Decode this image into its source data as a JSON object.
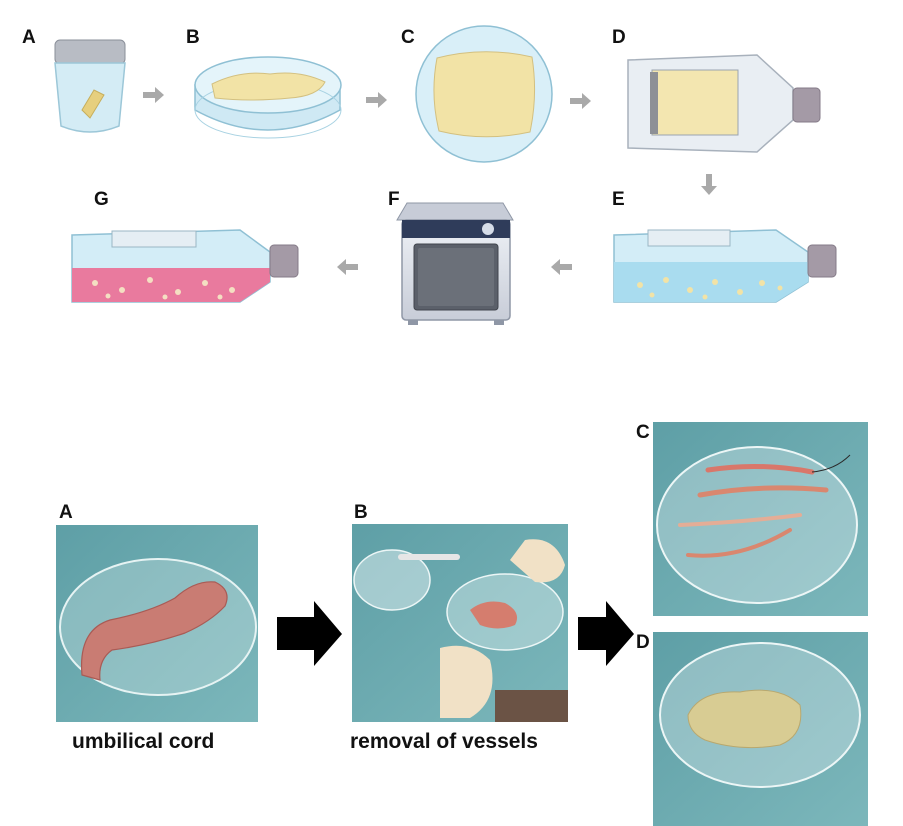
{
  "top_panel": {
    "labels": {
      "A": "A",
      "B": "B",
      "C": "C",
      "D": "D",
      "E": "E",
      "F": "F",
      "G": "G"
    }
  },
  "bottom_panel": {
    "labels": {
      "A": "A",
      "B": "B",
      "C": "C",
      "D": "D"
    },
    "captions": {
      "a": "umbilical cord",
      "b": "removal of vessels"
    }
  },
  "colors": {
    "arrow_gray": "#a9a9a9",
    "arrow_black": "#000000",
    "tissue": "#f2e3a6",
    "glass": "#cfe9f4",
    "flask_medium": "#a9dcef",
    "pink_medium": "#e97a9e",
    "drape": "#6aa9ad",
    "cord": "#c97c73"
  }
}
